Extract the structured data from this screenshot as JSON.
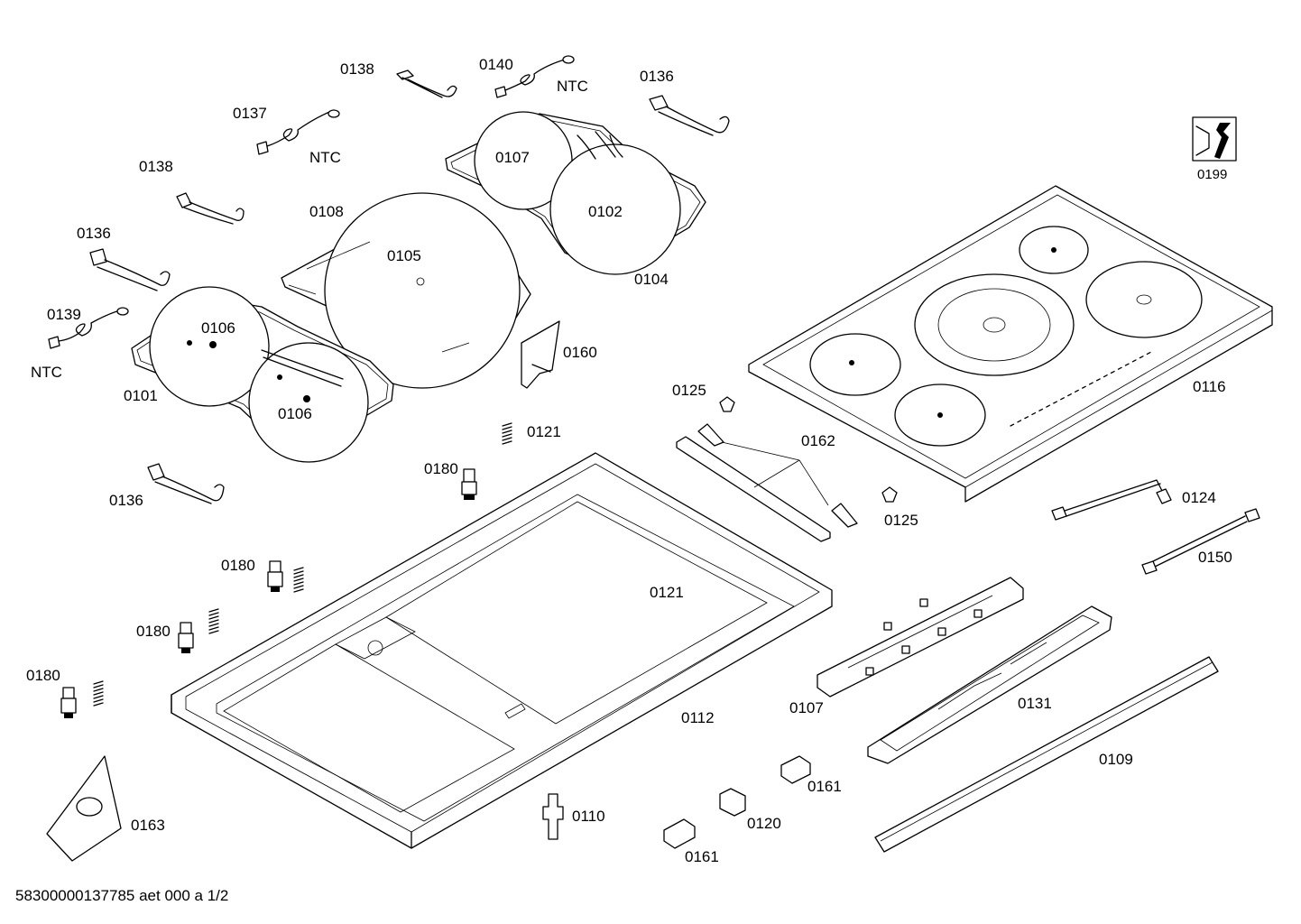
{
  "footer": {
    "document_code": "58300000137785 aet 000 a 1/2"
  },
  "icon_label": "0199",
  "labels": {
    "p0101": "0101",
    "p0102": "0102",
    "p0104": "0104",
    "p0105": "0105",
    "p0106a": "0106",
    "p0106b": "0106",
    "p0107a": "0107",
    "p0107b": "0107",
    "p0108": "0108",
    "p0109": "0109",
    "p0110": "0110",
    "p0112": "0112",
    "p0116": "0116",
    "p0120": "0120",
    "p0121a": "0121",
    "p0121b": "0121",
    "p0124": "0124",
    "p0125a": "0125",
    "p0125b": "0125",
    "p0131": "0131",
    "p0136a": "0136",
    "p0136b": "0136",
    "p0136c": "0136",
    "p0137": "0137",
    "p0138a": "0138",
    "p0138b": "0138",
    "p0139": "0139",
    "p0140": "0140",
    "p0150": "0150",
    "p0160": "0160",
    "p0161a": "0161",
    "p0161b": "0161",
    "p0162": "0162",
    "p0163": "0163",
    "p0180a": "0180",
    "p0180b": "0180",
    "p0180c": "0180",
    "p0180d": "0180",
    "ntc1": "NTC",
    "ntc2": "NTC",
    "ntc3": "NTC"
  }
}
